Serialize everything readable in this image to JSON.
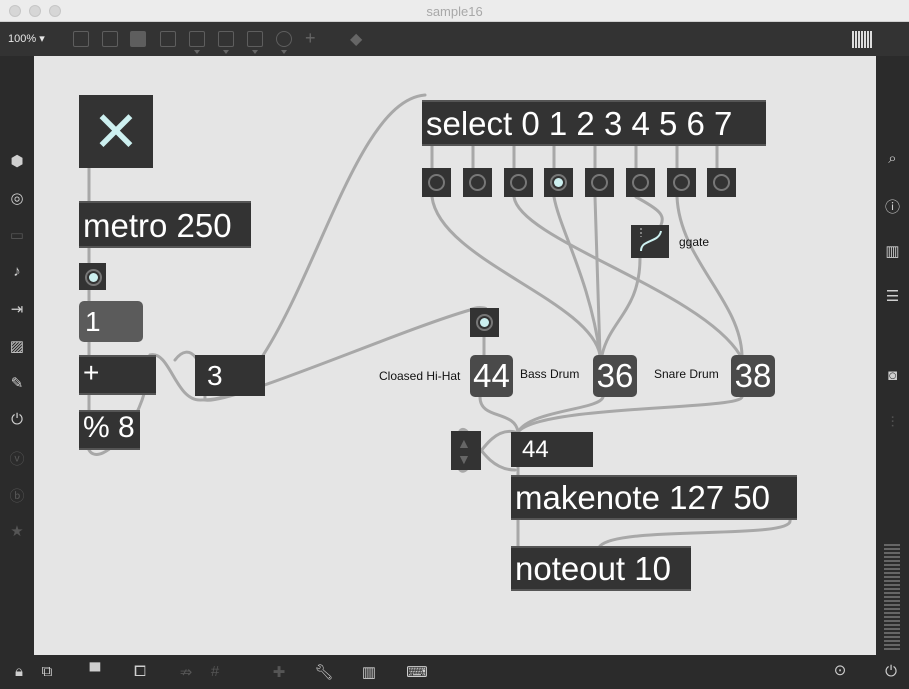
{
  "window": {
    "title": "sample16"
  },
  "toolbar": {
    "zoom": "100%"
  },
  "patch": {
    "metro": "metro 250",
    "message_one": "1",
    "plus": "+",
    "number_three": "3",
    "modulo": "% 8",
    "select": "select 0 1 2 3 4 5 6 7",
    "ggate_label": "ggate",
    "label_hihat": "Cloased  Hi-Hat",
    "label_bass": "Bass Drum",
    "label_snare": "Snare Drum",
    "num_hihat": "44",
    "num_bass": "36",
    "num_snare": "38",
    "num_out": "44",
    "makenote": "makenote 127 50",
    "noteout": "noteout 10",
    "active_select_button": 3
  },
  "colors": {
    "canvas": "#e5e5e5",
    "object": "#333333",
    "cord": "#a8a8a8",
    "bang_on": "#cdf0f0"
  }
}
